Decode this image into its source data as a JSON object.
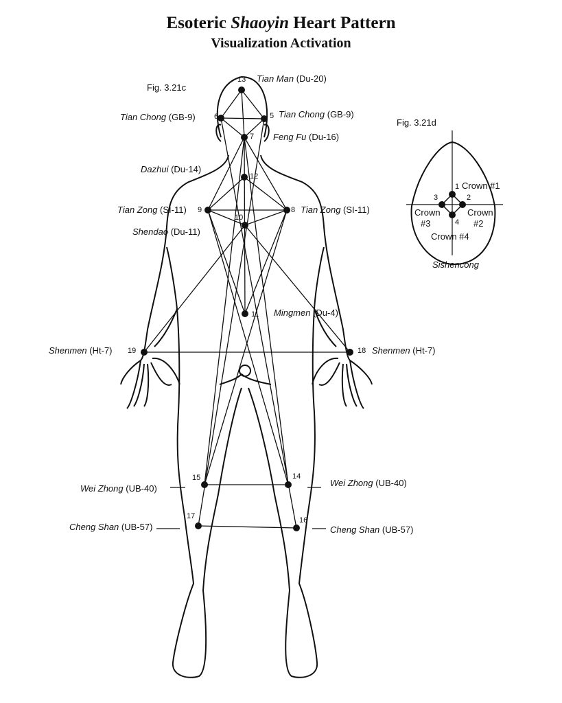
{
  "title": {
    "prefix": "Esoteric ",
    "italic": "Shaoyin",
    "suffix": " Heart Pattern"
  },
  "subtitle": "Visualization Activation",
  "fig_c": "Fig. 3.21c",
  "fig_d": "Fig. 3.21d",
  "points": [
    {
      "num": "13",
      "name": "Tian Man",
      "code": "(Du-20)"
    },
    {
      "num": "6",
      "name": "Tian Chong",
      "code": "(GB-9)"
    },
    {
      "num": "5",
      "name": "Tian Chong",
      "code": "(GB-9)"
    },
    {
      "num": "7",
      "name": "Feng Fu",
      "code": "(Du-16)"
    },
    {
      "num": "12",
      "name": "Dazhui",
      "code": "(Du-14)"
    },
    {
      "num": "9",
      "name": "Tian Zong",
      "code": "(SI-11)"
    },
    {
      "num": "8",
      "name": "Tian Zong",
      "code": "(SI-11)"
    },
    {
      "num": "10",
      "name": "Shendao",
      "code": "(Du-11)"
    },
    {
      "num": "11",
      "name": "Mingmen",
      "code": "(Du-4)"
    },
    {
      "num": "19",
      "name": "Shenmen",
      "code": "(Ht-7)"
    },
    {
      "num": "18",
      "name": "Shenmen",
      "code": "(Ht-7)"
    },
    {
      "num": "15",
      "name": "Wei Zhong",
      "code": "(UB-40)"
    },
    {
      "num": "14",
      "name": "Wei Zhong",
      "code": "(UB-40)"
    },
    {
      "num": "17",
      "name": "Cheng Shan",
      "code": "(UB-57)"
    },
    {
      "num": "16",
      "name": "Cheng Shan",
      "code": "(UB-57)"
    }
  ],
  "crown": {
    "nums": [
      "1",
      "2",
      "3",
      "4"
    ],
    "labels": [
      "Crown #1",
      "Crown",
      "#2",
      "Crown",
      "#3",
      "Crown #4"
    ],
    "caption": "Sishencong"
  }
}
